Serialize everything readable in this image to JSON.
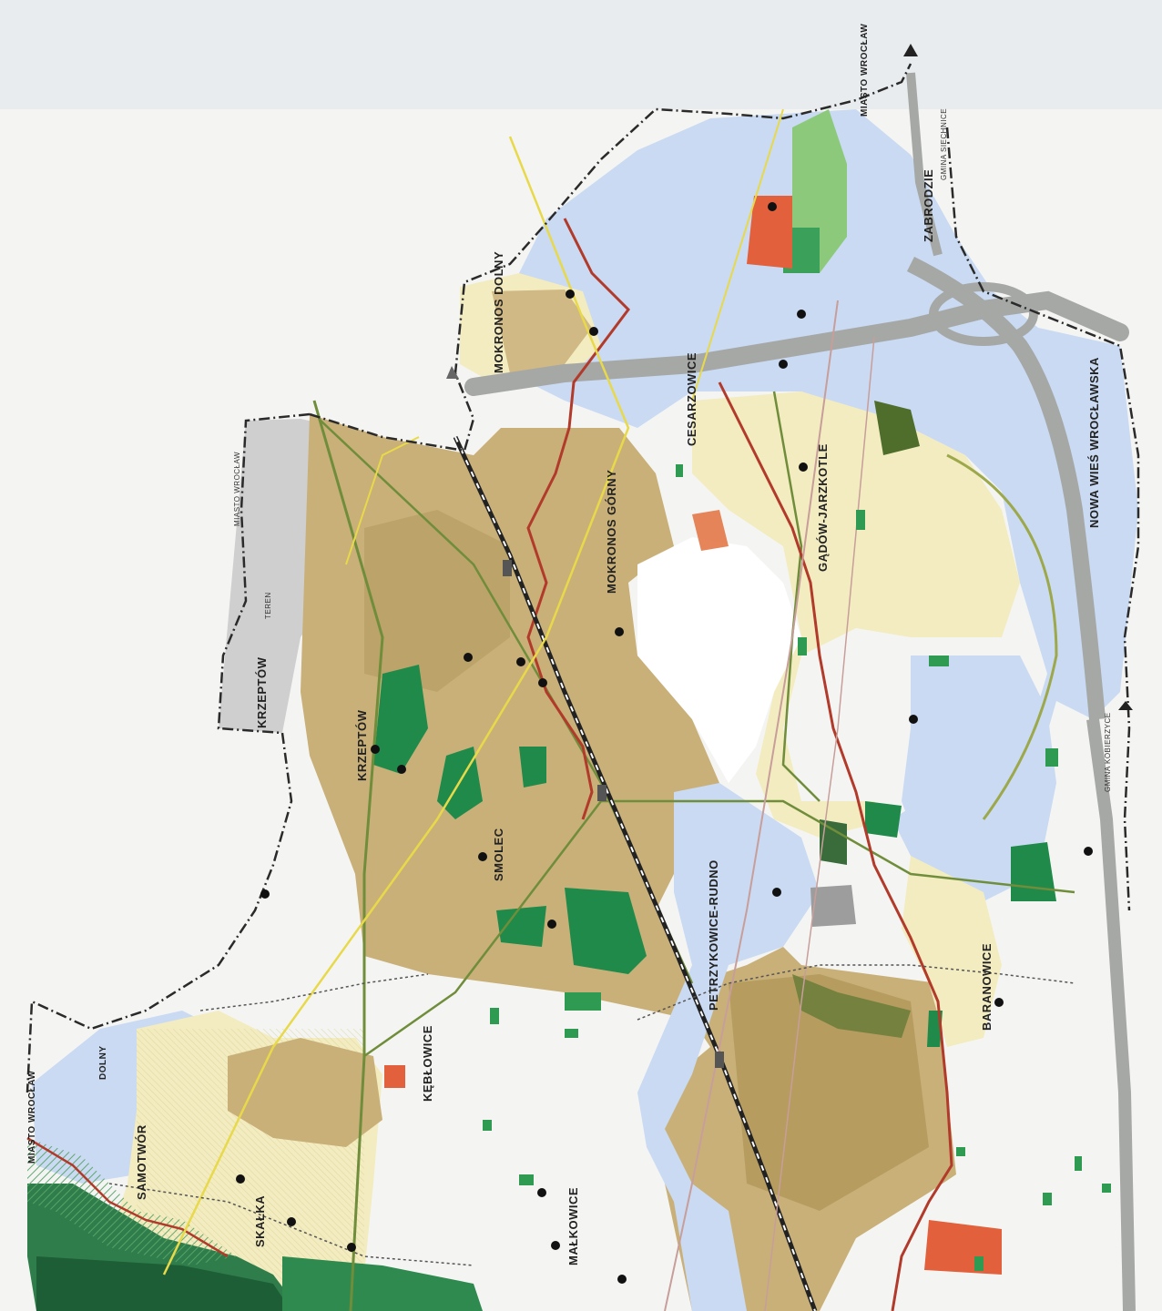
{
  "map": {
    "colors": {
      "paper": "#f4f5f3",
      "agricultural_tan": "#c9b079",
      "agricultural_dark": "#b49a5c",
      "residential_light": "#f3ecc0",
      "industrial_blue": "#c9daf2",
      "forest_green": "#1f8a4a",
      "forest_dark": "#2d6b3a",
      "park_green": "#8cc97a",
      "services_red": "#e2603c",
      "road_grey": "#a6a8a6",
      "boundary": "#2a2a2a",
      "river_red": "#b23a2a",
      "railway": "#222222",
      "power_line": "#e8d94a"
    },
    "place_labels": [
      "MIASTO WROCŁAW",
      "ZABRODZIE",
      "MOKRONOS DOLNY",
      "CESARZOWICE",
      "GĄDÓW-JARZKOTLE",
      "NOWA WIEŚ WROCŁAWSKA",
      "MOKRONOS GÓRNY",
      "KRZEPTÓW",
      "KRZEPTÓW",
      "SMOLEC",
      "PETRZYKOWICE-RUDNO",
      "BARANOWICE",
      "KĘBŁOWICE",
      "SAMOTWÓR",
      "SKAŁKA",
      "MAŁKOWICE",
      "MIASTO WROCŁAW",
      "DOLNY",
      "GMINA KOBIERZYCE",
      "GMINA SIECHNICE",
      "TEREN",
      "MIASTO WROCŁAW"
    ]
  }
}
